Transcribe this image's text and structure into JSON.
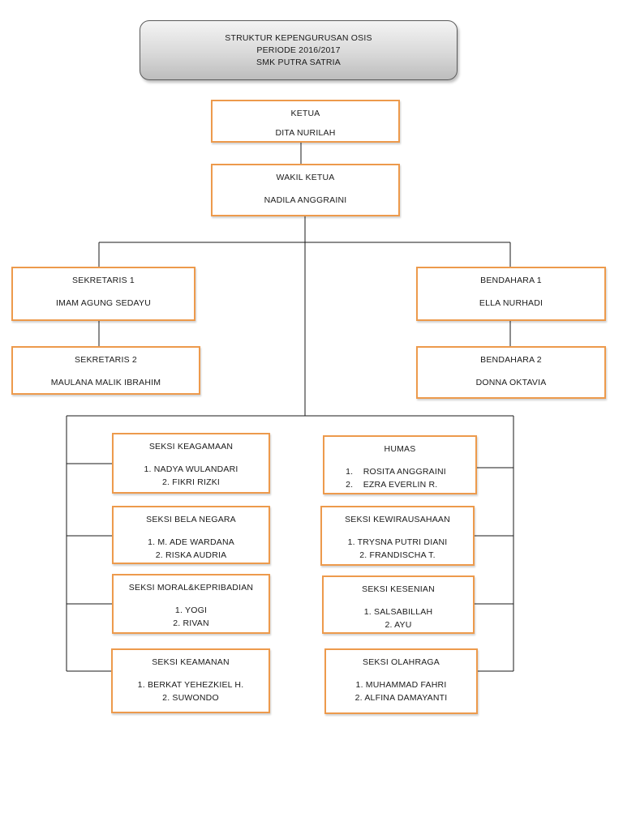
{
  "header": {
    "line1": "STRUKTUR KEPENGURUSAN OSIS",
    "line2": "PERIODE 2016/2017",
    "line3": "SMK PUTRA SATRIA"
  },
  "ketua": {
    "role": "KETUA",
    "name": "DITA NURILAH"
  },
  "wakil": {
    "role": "WAKIL KETUA",
    "name": "NADILA ANGGRAINI"
  },
  "sekretaris1": {
    "role": "SEKRETARIS 1",
    "name": "IMAM AGUNG SEDAYU"
  },
  "sekretaris2": {
    "role": "SEKRETARIS 2",
    "name": "MAULANA MALIK IBRAHIM"
  },
  "bendahara1": {
    "role": "BENDAHARA 1",
    "name": "ELLA NURHADI"
  },
  "bendahara2": {
    "role": "BENDAHARA 2",
    "name": "DONNA OKTAVIA"
  },
  "seksi_left": [
    {
      "title": "SEKSI KEAGAMAAN",
      "members": [
        "1. NADYA WULANDARI",
        "2. FIKRI RIZKI"
      ]
    },
    {
      "title": "SEKSI BELA NEGARA",
      "members": [
        "1. M. ADE WARDANA",
        "2. RISKA AUDRIA"
      ]
    },
    {
      "title": "SEKSI MORAL&KEPRIBADIAN",
      "members": [
        "1. YOGI",
        "2. RIVAN"
      ]
    },
    {
      "title": "SEKSI KEAMANAN",
      "members": [
        "1. BERKAT YEHEZKIEL H.",
        "2. SUWONDO"
      ]
    }
  ],
  "seksi_right": [
    {
      "title": "HUMAS",
      "members": [
        "1.    ROSITA ANGGRAINI",
        "2.    EZRA EVERLIN R."
      ]
    },
    {
      "title": "SEKSI KEWIRAUSAHAAN",
      "members": [
        "1. TRYSNA PUTRI DIANI",
        "2. FRANDISCHA T."
      ]
    },
    {
      "title": "SEKSI KESENIAN",
      "members": [
        "1. SALSABILLAH",
        "2. AYU"
      ]
    },
    {
      "title": "SEKSI OLAHRAGA",
      "members": [
        "1. MUHAMMAD FAHRI",
        "2. ALFINA DAMAYANTI"
      ]
    }
  ],
  "colors": {
    "box_border": "#ed9a4c",
    "connector": "#1a1a1a"
  }
}
